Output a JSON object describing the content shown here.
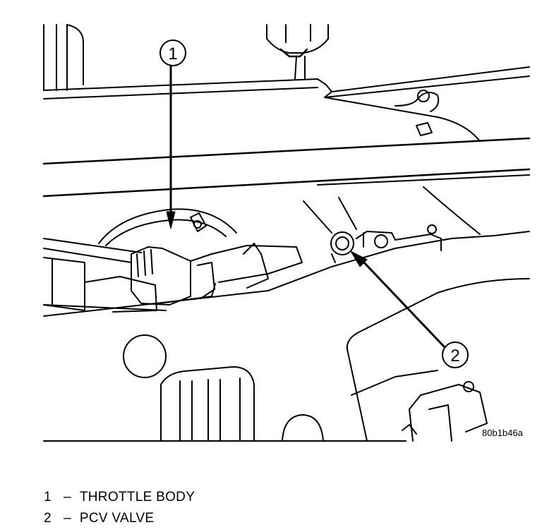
{
  "figure_id": "80b1b46a",
  "callouts": [
    {
      "number": "1",
      "label": "THROTTLE BODY"
    },
    {
      "number": "2",
      "label": "PCV VALVE"
    }
  ],
  "legend": [
    {
      "number": "1",
      "dash": "–",
      "label": "THROTTLE BODY"
    },
    {
      "number": "2",
      "dash": "–",
      "label": "PCV VALVE"
    }
  ]
}
